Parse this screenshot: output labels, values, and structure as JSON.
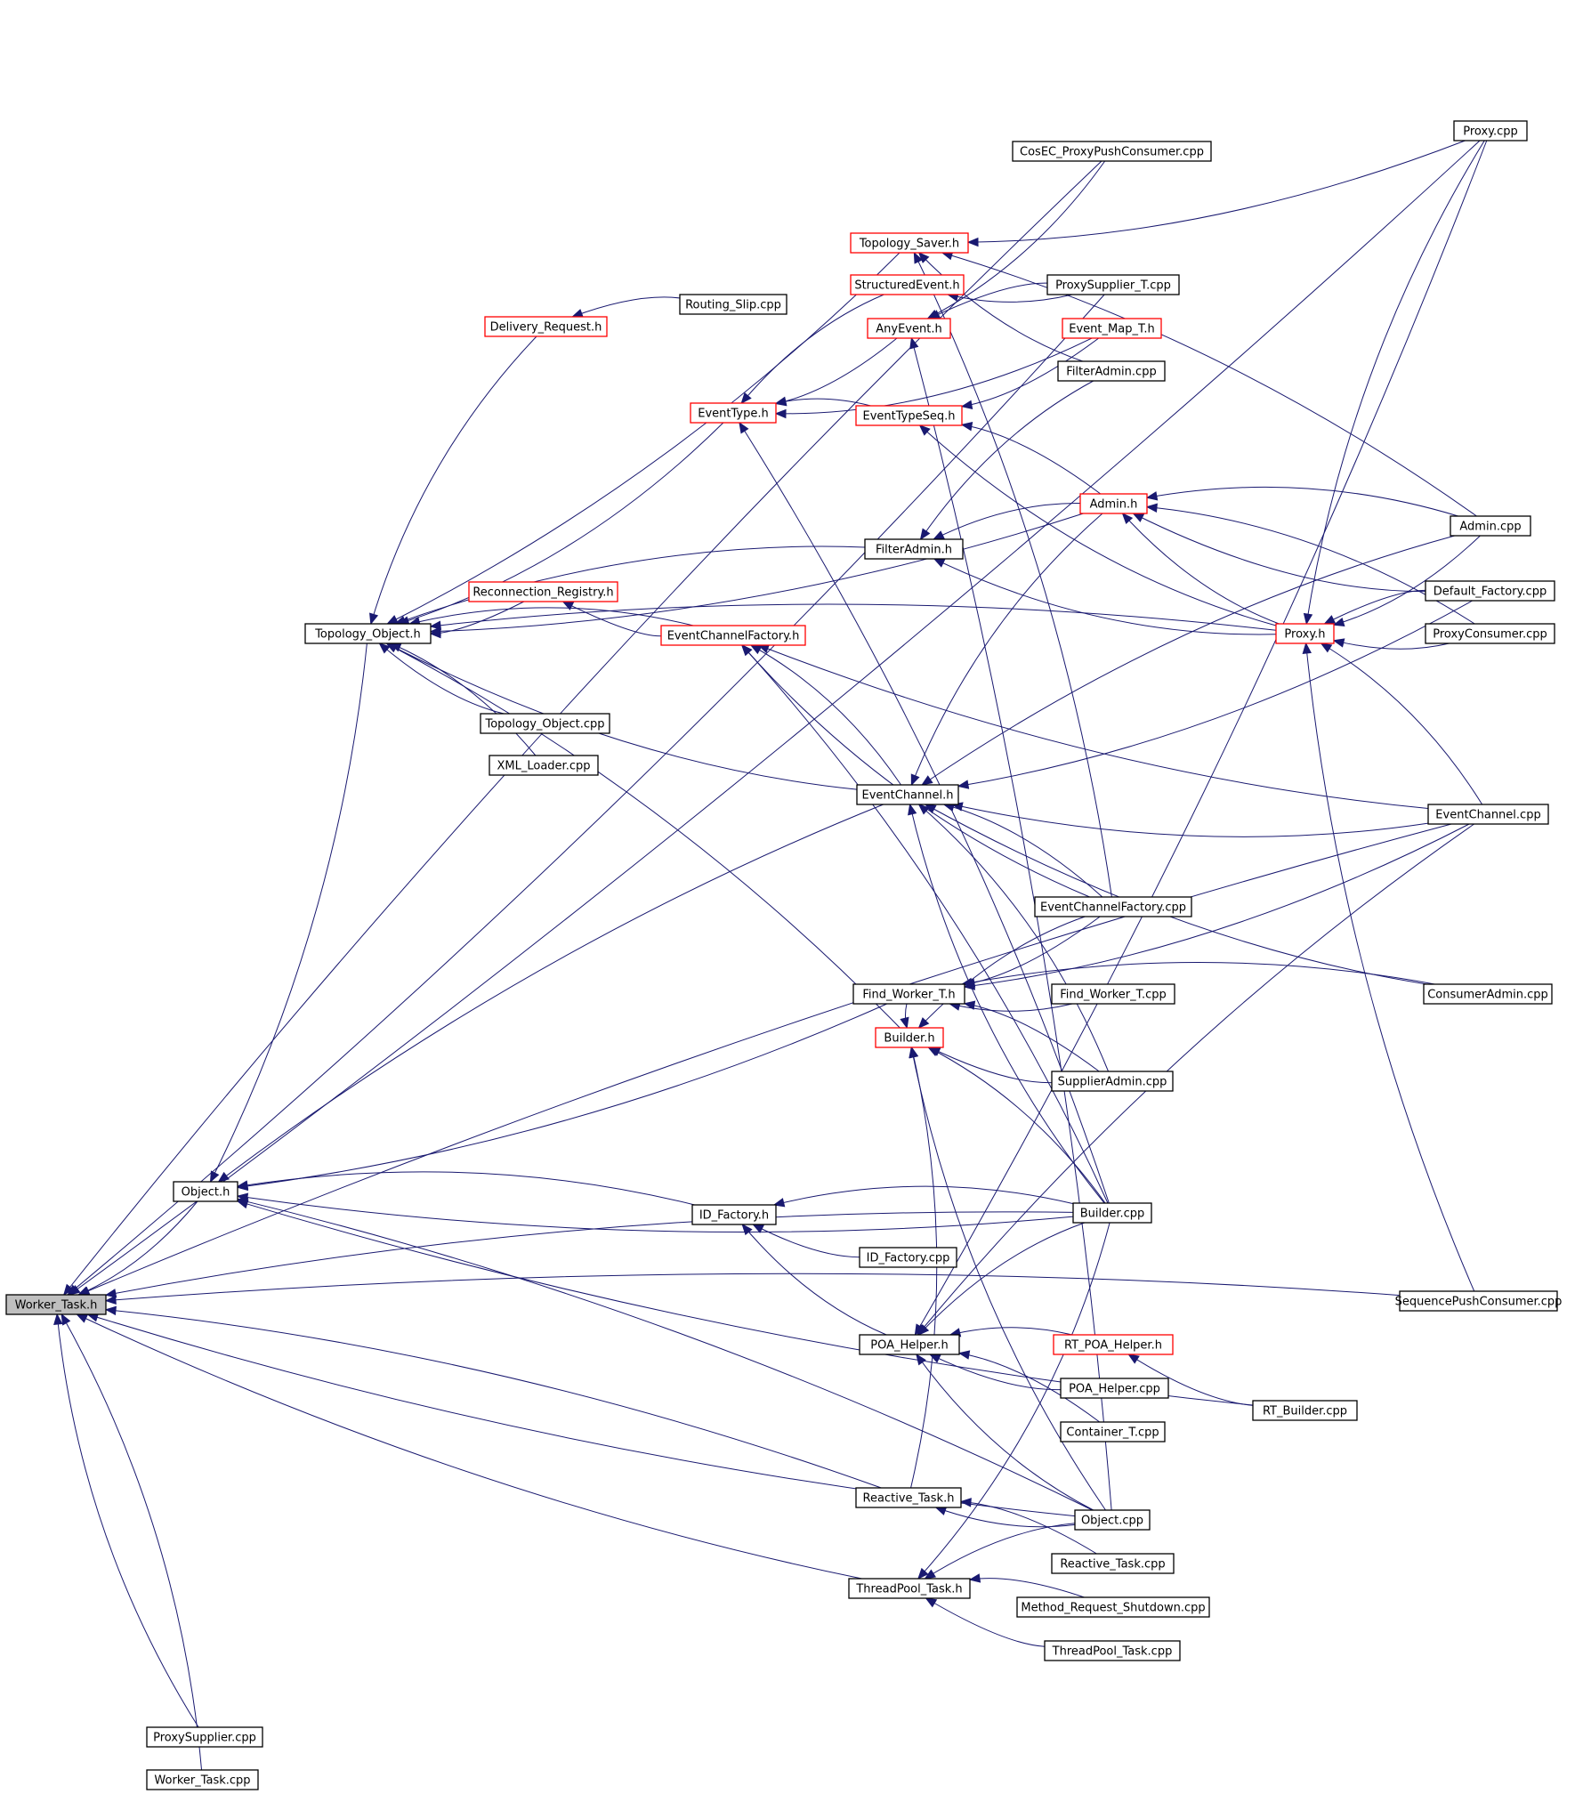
{
  "diagram": {
    "title": "",
    "colors": {
      "edge": "#191970",
      "node_border_black": "#000000",
      "node_border_red": "#ff0000",
      "root_fill": "#bfbfbf",
      "node_fill": "#ffffff"
    },
    "nodes": [
      {
        "id": "worker_task_h",
        "label": "Worker_Task.h",
        "border": "black",
        "root": true
      },
      {
        "id": "proxysupplier_cpp",
        "label": "ProxySupplier.cpp",
        "border": "black"
      },
      {
        "id": "worker_task_cpp",
        "label": "Worker_Task.cpp",
        "border": "black"
      },
      {
        "id": "object_h",
        "label": "Object.h",
        "border": "black"
      },
      {
        "id": "topology_object_h",
        "label": "Topology_Object.h",
        "border": "black"
      },
      {
        "id": "topology_object_cpp",
        "label": "Topology_Object.cpp",
        "border": "black"
      },
      {
        "id": "xml_loader_cpp",
        "label": "XML_Loader.cpp",
        "border": "black"
      },
      {
        "id": "delivery_request_h",
        "label": "Delivery_Request.h",
        "border": "red"
      },
      {
        "id": "routing_slip_cpp",
        "label": "Routing_Slip.cpp",
        "border": "black"
      },
      {
        "id": "reconnection_registry_h",
        "label": "Reconnection_Registry.h",
        "border": "red"
      },
      {
        "id": "eventchannelfactory_h",
        "label": "EventChannelFactory.h",
        "border": "red"
      },
      {
        "id": "eventtype_h",
        "label": "EventType.h",
        "border": "red"
      },
      {
        "id": "topology_saver_h",
        "label": "Topology_Saver.h",
        "border": "red"
      },
      {
        "id": "structuredevent_h",
        "label": "StructuredEvent.h",
        "border": "red"
      },
      {
        "id": "anyevent_h",
        "label": "AnyEvent.h",
        "border": "red"
      },
      {
        "id": "eventtypeseq_h",
        "label": "EventTypeSeq.h",
        "border": "red"
      },
      {
        "id": "filteradmin_h",
        "label": "FilterAdmin.h",
        "border": "black"
      },
      {
        "id": "eventchannel_h",
        "label": "EventChannel.h",
        "border": "black"
      },
      {
        "id": "find_worker_t_h",
        "label": "Find_Worker_T.h",
        "border": "black"
      },
      {
        "id": "builder_h",
        "label": "Builder.h",
        "border": "red"
      },
      {
        "id": "id_factory_h",
        "label": "ID_Factory.h",
        "border": "black"
      },
      {
        "id": "id_factory_cpp",
        "label": "ID_Factory.cpp",
        "border": "black"
      },
      {
        "id": "poa_helper_h",
        "label": "POA_Helper.h",
        "border": "black"
      },
      {
        "id": "reactive_task_h",
        "label": "Reactive_Task.h",
        "border": "black"
      },
      {
        "id": "threadpool_task_h",
        "label": "ThreadPool_Task.h",
        "border": "black"
      },
      {
        "id": "cosec_proxypushconsumer_cpp",
        "label": "CosEC_ProxyPushConsumer.cpp",
        "border": "black"
      },
      {
        "id": "proxysupplier_t_cpp",
        "label": "ProxySupplier_T.cpp",
        "border": "black"
      },
      {
        "id": "event_map_t_h",
        "label": "Event_Map_T.h",
        "border": "red"
      },
      {
        "id": "filteradmin_cpp",
        "label": "FilterAdmin.cpp",
        "border": "black"
      },
      {
        "id": "admin_h",
        "label": "Admin.h",
        "border": "red"
      },
      {
        "id": "eventchannelfactory_cpp",
        "label": "EventChannelFactory.cpp",
        "border": "black"
      },
      {
        "id": "find_worker_t_cpp",
        "label": "Find_Worker_T.cpp",
        "border": "black"
      },
      {
        "id": "supplieradmin_cpp",
        "label": "SupplierAdmin.cpp",
        "border": "black"
      },
      {
        "id": "builder_cpp",
        "label": "Builder.cpp",
        "border": "black"
      },
      {
        "id": "rt_poa_helper_h",
        "label": "RT_POA_Helper.h",
        "border": "red"
      },
      {
        "id": "poa_helper_cpp",
        "label": "POA_Helper.cpp",
        "border": "black"
      },
      {
        "id": "container_t_cpp",
        "label": "Container_T.cpp",
        "border": "black"
      },
      {
        "id": "object_cpp",
        "label": "Object.cpp",
        "border": "black"
      },
      {
        "id": "reactive_task_cpp",
        "label": "Reactive_Task.cpp",
        "border": "black"
      },
      {
        "id": "method_request_shutdown_cpp",
        "label": "Method_Request_Shutdown.cpp",
        "border": "black"
      },
      {
        "id": "threadpool_task_cpp",
        "label": "ThreadPool_Task.cpp",
        "border": "black"
      },
      {
        "id": "proxy_cpp",
        "label": "Proxy.cpp",
        "border": "black"
      },
      {
        "id": "admin_cpp",
        "label": "Admin.cpp",
        "border": "black"
      },
      {
        "id": "default_factory_cpp",
        "label": "Default_Factory.cpp",
        "border": "black"
      },
      {
        "id": "proxy_h",
        "label": "Proxy.h",
        "border": "red"
      },
      {
        "id": "proxyconsumer_cpp",
        "label": "ProxyConsumer.cpp",
        "border": "black"
      },
      {
        "id": "eventchannel_cpp",
        "label": "EventChannel.cpp",
        "border": "black"
      },
      {
        "id": "consumeradmin_cpp",
        "label": "ConsumerAdmin.cpp",
        "border": "black"
      },
      {
        "id": "sequencepushconsumer_cpp",
        "label": "SequencePushConsumer.cpp",
        "border": "black"
      },
      {
        "id": "rt_builder_cpp",
        "label": "RT_Builder.cpp",
        "border": "black"
      }
    ],
    "edges": [
      [
        "proxysupplier_cpp",
        "worker_task_h"
      ],
      [
        "worker_task_cpp",
        "worker_task_h"
      ],
      [
        "object_h",
        "worker_task_h"
      ],
      [
        "builder_cpp",
        "worker_task_h"
      ],
      [
        "object_cpp",
        "worker_task_h"
      ],
      [
        "reactive_task_h",
        "worker_task_h"
      ],
      [
        "threadpool_task_h",
        "worker_task_h"
      ],
      [
        "sequencepushconsumer_cpp",
        "worker_task_h"
      ],
      [
        "proxy_cpp",
        "worker_task_h"
      ],
      [
        "cosec_proxypushconsumer_cpp",
        "worker_task_h"
      ],
      [
        "proxysupplier_t_cpp",
        "worker_task_h"
      ],
      [
        "eventchannel_cpp",
        "worker_task_h"
      ],
      [
        "topology_object_h",
        "object_h"
      ],
      [
        "eventchannel_h",
        "object_h"
      ],
      [
        "find_worker_t_h",
        "object_h"
      ],
      [
        "id_factory_h",
        "object_h"
      ],
      [
        "builder_cpp",
        "object_h"
      ],
      [
        "object_cpp",
        "object_h"
      ],
      [
        "rt_builder_cpp",
        "object_h"
      ],
      [
        "delivery_request_h",
        "topology_object_h"
      ],
      [
        "reconnection_registry_h",
        "topology_object_h"
      ],
      [
        "eventchannelfactory_h",
        "topology_object_h"
      ],
      [
        "topology_object_cpp",
        "topology_object_h"
      ],
      [
        "xml_loader_cpp",
        "topology_object_h"
      ],
      [
        "eventtype_h",
        "topology_object_h"
      ],
      [
        "filteradmin_h",
        "topology_object_h"
      ],
      [
        "admin_h",
        "topology_object_h"
      ],
      [
        "proxy_h",
        "topology_object_h"
      ],
      [
        "eventchannel_h",
        "topology_object_h"
      ],
      [
        "builder_h",
        "topology_object_h"
      ],
      [
        "topology_saver_h",
        "topology_object_h"
      ],
      [
        "routing_slip_cpp",
        "delivery_request_h"
      ],
      [
        "eventchannelfactory_h",
        "reconnection_registry_h"
      ],
      [
        "eventchannel_h",
        "eventchannelfactory_h"
      ],
      [
        "eventchannelfactory_cpp",
        "eventchannelfactory_h"
      ],
      [
        "builder_cpp",
        "eventchannelfactory_h"
      ],
      [
        "eventchannel_cpp",
        "eventchannelfactory_h"
      ],
      [
        "structuredevent_h",
        "eventtype_h"
      ],
      [
        "anyevent_h",
        "eventtype_h"
      ],
      [
        "eventtypeseq_h",
        "eventtype_h"
      ],
      [
        "event_map_t_h",
        "eventtype_h"
      ],
      [
        "builder_cpp",
        "eventtype_h"
      ],
      [
        "proxysupplier_t_cpp",
        "structuredevent_h"
      ],
      [
        "proxysupplier_t_cpp",
        "anyevent_h"
      ],
      [
        "cosec_proxypushconsumer_cpp",
        "anyevent_h"
      ],
      [
        "object_cpp",
        "anyevent_h"
      ],
      [
        "proxy_cpp",
        "topology_saver_h"
      ],
      [
        "admin_cpp",
        "topology_saver_h"
      ],
      [
        "filteradmin_cpp",
        "topology_saver_h"
      ],
      [
        "eventchannelfactory_cpp",
        "topology_saver_h"
      ],
      [
        "proxy_h",
        "eventtypeseq_h"
      ],
      [
        "admin_h",
        "eventtypeseq_h"
      ],
      [
        "event_map_t_h",
        "eventtypeseq_h"
      ],
      [
        "admin_h",
        "filteradmin_h"
      ],
      [
        "proxy_h",
        "filteradmin_h"
      ],
      [
        "filteradmin_cpp",
        "filteradmin_h"
      ],
      [
        "proxy_h",
        "admin_h"
      ],
      [
        "admin_cpp",
        "admin_h"
      ],
      [
        "default_factory_cpp",
        "admin_h"
      ],
      [
        "proxyconsumer_cpp",
        "admin_h"
      ],
      [
        "admin_cpp",
        "proxy_h"
      ],
      [
        "default_factory_cpp",
        "proxy_h"
      ],
      [
        "proxyconsumer_cpp",
        "proxy_h"
      ],
      [
        "eventchannel_cpp",
        "proxy_h"
      ],
      [
        "sequencepushconsumer_cpp",
        "proxy_h"
      ],
      [
        "proxy_cpp",
        "proxy_h"
      ],
      [
        "eventchannel_cpp",
        "eventchannel_h"
      ],
      [
        "eventchannelfactory_cpp",
        "eventchannel_h"
      ],
      [
        "consumeradmin_cpp",
        "eventchannel_h"
      ],
      [
        "supplieradmin_cpp",
        "eventchannel_h"
      ],
      [
        "builder_cpp",
        "eventchannel_h"
      ],
      [
        "admin_cpp",
        "eventchannel_h"
      ],
      [
        "default_factory_cpp",
        "eventchannel_h"
      ],
      [
        "admin_h",
        "eventchannel_h"
      ],
      [
        "find_worker_t_cpp",
        "find_worker_t_h"
      ],
      [
        "consumeradmin_cpp",
        "find_worker_t_h"
      ],
      [
        "eventchannel_cpp",
        "find_worker_t_h"
      ],
      [
        "supplieradmin_cpp",
        "find_worker_t_h"
      ],
      [
        "eventchannelfactory_cpp",
        "find_worker_t_h"
      ],
      [
        "builder_cpp",
        "builder_h"
      ],
      [
        "supplieradmin_cpp",
        "builder_h"
      ],
      [
        "eventchannelfactory_cpp",
        "builder_h"
      ],
      [
        "object_cpp",
        "builder_h"
      ],
      [
        "find_worker_t_h",
        "builder_h"
      ],
      [
        "id_factory_cpp",
        "id_factory_h"
      ],
      [
        "builder_cpp",
        "id_factory_h"
      ],
      [
        "poa_helper_h",
        "id_factory_h"
      ],
      [
        "rt_poa_helper_h",
        "poa_helper_h"
      ],
      [
        "poa_helper_cpp",
        "poa_helper_h"
      ],
      [
        "container_t_cpp",
        "poa_helper_h"
      ],
      [
        "object_cpp",
        "poa_helper_h"
      ],
      [
        "builder_cpp",
        "poa_helper_h"
      ],
      [
        "proxy_cpp",
        "poa_helper_h"
      ],
      [
        "eventchannel_cpp",
        "poa_helper_h"
      ],
      [
        "rt_builder_cpp",
        "rt_poa_helper_h"
      ],
      [
        "reactive_task_cpp",
        "reactive_task_h"
      ],
      [
        "object_cpp",
        "reactive_task_h"
      ],
      [
        "method_request_shutdown_cpp",
        "threadpool_task_h"
      ],
      [
        "threadpool_task_cpp",
        "threadpool_task_h"
      ],
      [
        "object_cpp",
        "threadpool_task_h"
      ],
      [
        "builder_cpp",
        "threadpool_task_h"
      ],
      [
        "reactive_task_h",
        "builder_h"
      ]
    ]
  }
}
